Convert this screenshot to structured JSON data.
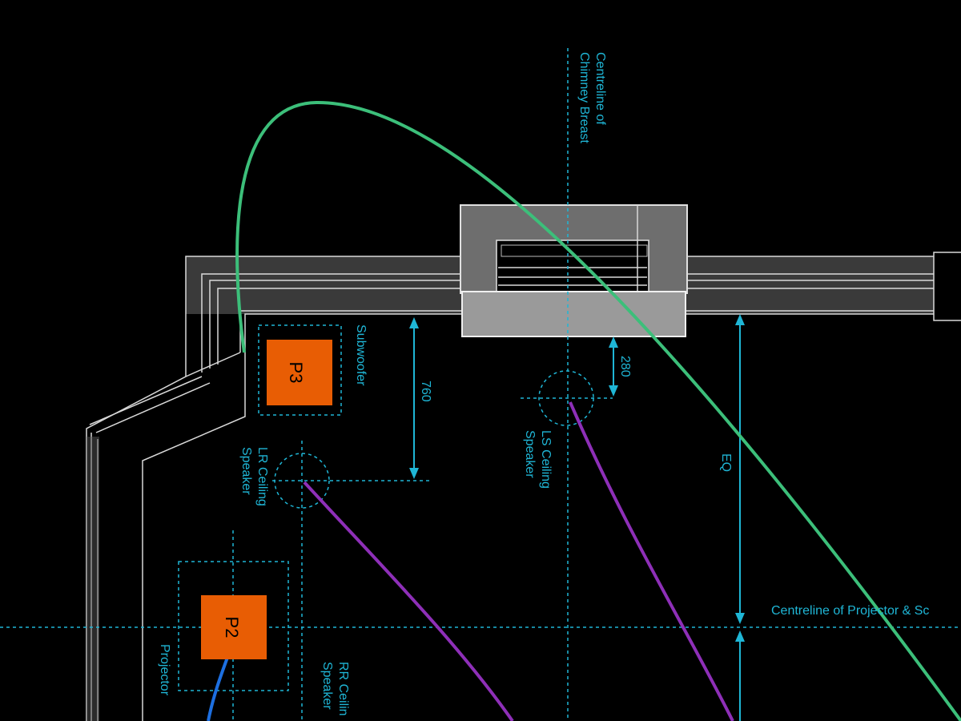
{
  "labels": {
    "chimney_centreline": [
      "Centreline of",
      "Chimney Breast"
    ],
    "subwoofer": "Subwoofer",
    "dim_760": "760",
    "dim_280": "280",
    "dim_eq": "EQ",
    "lr_speaker": [
      "LR Ceiling",
      "Speaker"
    ],
    "ls_speaker": [
      "LS Ceiling",
      "Speaker"
    ],
    "projector_centreline": "Centreline of Projector & Sc",
    "projector": "Projector",
    "rr_speaker": [
      "RR Ceilin",
      "Speaker"
    ]
  },
  "points": {
    "p2": "P2",
    "p3": "P3"
  },
  "colors": {
    "background": "#000000",
    "annotation": "#1fb6d6",
    "point_fill": "#e85d04",
    "cable_green": "#3cbf7a",
    "cable_purple": "#8e2fb8",
    "cable_blue": "#1d6fe0",
    "wall": "#d9d9d9"
  }
}
